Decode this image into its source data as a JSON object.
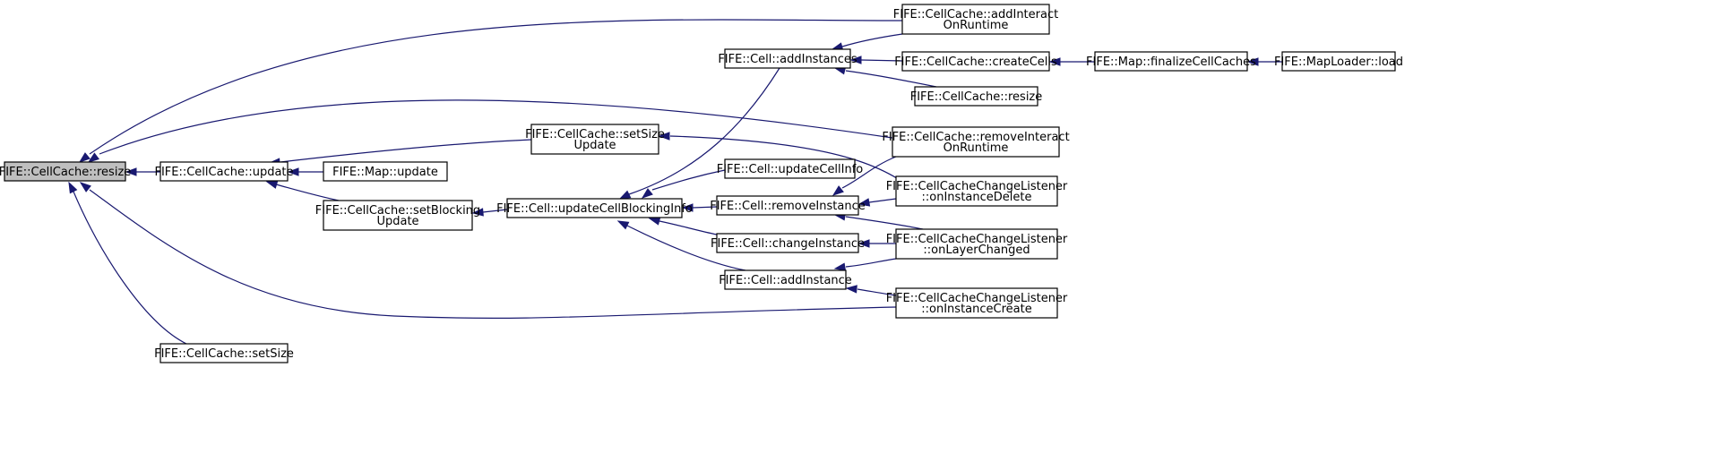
{
  "graph": {
    "colors": {
      "edge": "#191970",
      "root_fill": "#bfbfbf",
      "node_fill": "#ffffff"
    },
    "nodes": [
      {
        "id": "root",
        "lines": [
          "FIFE::CellCache::resize"
        ],
        "root": true
      },
      {
        "id": "ccupd",
        "lines": [
          "FIFE::CellCache::update"
        ]
      },
      {
        "id": "ccset",
        "lines": [
          "FIFE::CellCache::setSize"
        ]
      },
      {
        "id": "ccssu",
        "lines": [
          "FIFE::CellCache::setSize",
          "Update"
        ]
      },
      {
        "id": "mapupd",
        "lines": [
          "FIFE::Map::update"
        ]
      },
      {
        "id": "ccsbu",
        "lines": [
          "FIFE::CellCache::setBlocking",
          "Update"
        ]
      },
      {
        "id": "ucbi",
        "lines": [
          "FIFE::Cell::updateCellBlockingInfo"
        ]
      },
      {
        "id": "addinsts",
        "lines": [
          "FIFE::Cell::addInstances"
        ]
      },
      {
        "id": "uci",
        "lines": [
          "FIFE::Cell::updateCellInfo"
        ]
      },
      {
        "id": "remi",
        "lines": [
          "FIFE::Cell::removeInstance"
        ]
      },
      {
        "id": "chgi",
        "lines": [
          "FIFE::Cell::changeInstance"
        ]
      },
      {
        "id": "addi",
        "lines": [
          "FIFE::Cell::addInstance"
        ]
      },
      {
        "id": "aior",
        "lines": [
          "FIFE::CellCache::addInteract",
          "OnRuntime"
        ]
      },
      {
        "id": "cc",
        "lines": [
          "FIFE::CellCache::createCells"
        ]
      },
      {
        "id": "ccres2",
        "lines": [
          "FIFE::CellCache::resize"
        ]
      },
      {
        "id": "rior",
        "lines": [
          "FIFE::CellCache::removeInteract",
          "OnRuntime"
        ]
      },
      {
        "id": "oid",
        "lines": [
          "FIFE::CellCacheChangeListener",
          "::onInstanceDelete"
        ]
      },
      {
        "id": "olc",
        "lines": [
          "FIFE::CellCacheChangeListener",
          "::onLayerChanged"
        ]
      },
      {
        "id": "oic",
        "lines": [
          "FIFE::CellCacheChangeListener",
          "::onInstanceCreate"
        ]
      },
      {
        "id": "fcc",
        "lines": [
          "FIFE::Map::finalizeCellCaches"
        ]
      },
      {
        "id": "mll",
        "lines": [
          "FIFE::MapLoader::load"
        ]
      }
    ],
    "edges": [
      {
        "from": "ccupd",
        "to": "root"
      },
      {
        "from": "aior",
        "to": "root"
      },
      {
        "from": "rior",
        "to": "root"
      },
      {
        "from": "oic",
        "to": "root"
      },
      {
        "from": "ccset",
        "to": "root"
      },
      {
        "from": "ccssu",
        "to": "ccupd"
      },
      {
        "from": "mapupd",
        "to": "ccupd"
      },
      {
        "from": "ccsbu",
        "to": "ccupd"
      },
      {
        "from": "ucbi",
        "to": "ccsbu"
      },
      {
        "from": "oid",
        "to": "ccssu"
      },
      {
        "from": "addinsts",
        "to": "ucbi"
      },
      {
        "from": "uci",
        "to": "ucbi"
      },
      {
        "from": "remi",
        "to": "ucbi"
      },
      {
        "from": "chgi",
        "to": "ucbi"
      },
      {
        "from": "addi",
        "to": "ucbi"
      },
      {
        "from": "aior",
        "to": "addinsts"
      },
      {
        "from": "cc",
        "to": "addinsts"
      },
      {
        "from": "ccres2",
        "to": "addinsts"
      },
      {
        "from": "rior",
        "to": "remi"
      },
      {
        "from": "oid",
        "to": "remi"
      },
      {
        "from": "olc",
        "to": "remi"
      },
      {
        "from": "olc",
        "to": "chgi"
      },
      {
        "from": "olc",
        "to": "addi"
      },
      {
        "from": "oic",
        "to": "addi"
      },
      {
        "from": "fcc",
        "to": "cc"
      },
      {
        "from": "mll",
        "to": "fcc"
      }
    ]
  }
}
